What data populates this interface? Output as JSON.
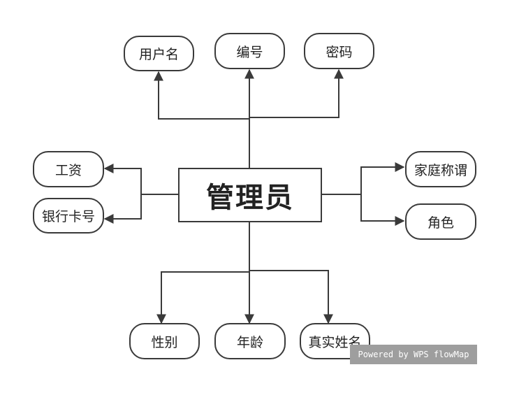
{
  "center": {
    "label": "管理员"
  },
  "nodes": {
    "username": "用户名",
    "id": "编号",
    "password": "密码",
    "salary": "工资",
    "bank_card": "银行卡号",
    "family_title": "家庭称谓",
    "role": "角色",
    "gender": "性别",
    "age": "年龄",
    "real_name": "真实姓名"
  },
  "watermark": "Powered by WPS flowMap",
  "colors": {
    "stroke": "#3a3a3a",
    "watermark_bg": "#9e9e9e"
  }
}
